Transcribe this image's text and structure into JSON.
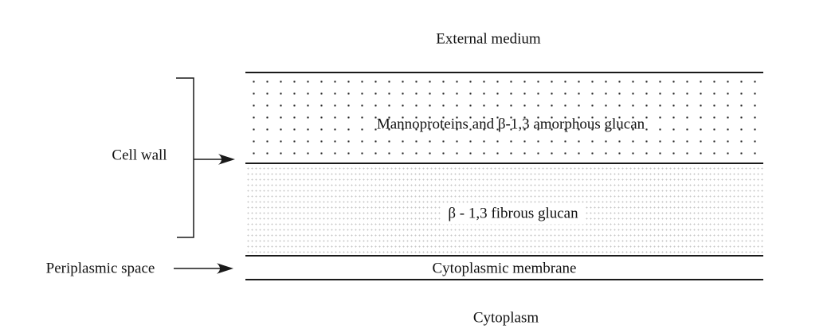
{
  "diagram": {
    "top_label": "External medium",
    "bottom_label": "Cytoplasm",
    "layers": [
      {
        "id": "mannoprotein-layer",
        "label": "Mannoproteins and β-1,3 amorphous glucan",
        "texture": "coarse-dots"
      },
      {
        "id": "fibrous-glucan-layer",
        "label": "β - 1,3 fibrous glucan",
        "texture": "fine-dots"
      },
      {
        "id": "cytoplasmic-membrane",
        "label": "Cytoplasmic membrane",
        "texture": "none"
      }
    ],
    "side_labels": [
      {
        "id": "cell-wall",
        "label": "Cell wall",
        "pointer": "bracket-with-arrow"
      },
      {
        "id": "periplasmic-space",
        "label": "Periplasmic space",
        "pointer": "arrow"
      }
    ],
    "colors": {
      "ink": "#1a1a1a",
      "coarse_dot": "#262626",
      "fine_dot": "#c7c7c7",
      "background": "#ffffff"
    }
  }
}
